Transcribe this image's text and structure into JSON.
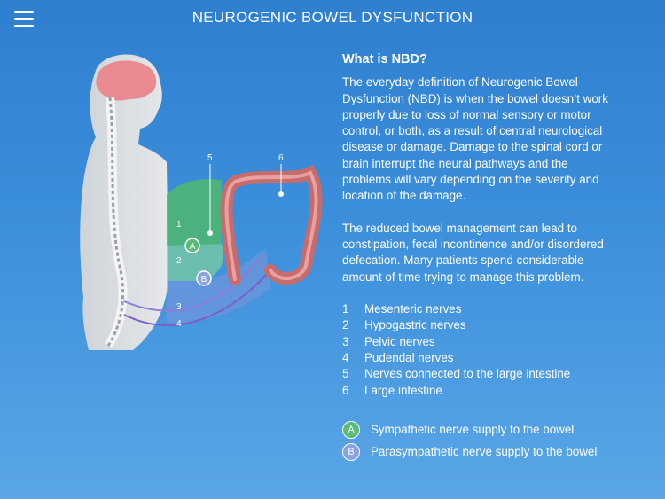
{
  "header": {
    "title": "NEUROGENIC BOWEL DYSFUNCTION",
    "menu_icon": "hamburger-icon"
  },
  "illustration": {
    "labels": [
      "1",
      "2",
      "3",
      "4",
      "5",
      "6"
    ],
    "badges": [
      "A",
      "B"
    ]
  },
  "article": {
    "heading": "What is NBD?",
    "paragraphs": [
      "The everyday definition of Neurogenic Bowel Dysfunction (NBD) is when the bowel doesn’t work properly due to loss of normal sensory or motor control, or both, as a result of central neurological disease or damage. Damage to the spinal cord or brain interrupt the neural pathways and the problems will vary depending on the severity and location of the damage.",
      "The reduced bowel management can lead to constipation, fecal incontinence and/or disordered defecation. Many patients spend considerable amount of time trying to manage this problem."
    ],
    "legend": [
      {
        "num": "1",
        "label": "Mesenteric nerves"
      },
      {
        "num": "2",
        "label": "Hypogastric nerves"
      },
      {
        "num": "3",
        "label": "Pelvic nerves"
      },
      {
        "num": "4",
        "label": "Pudendal nerves"
      },
      {
        "num": "5",
        "label": "Nerves connected to the large intestine"
      },
      {
        "num": "6",
        "label": "Large intestine"
      }
    ],
    "supply": [
      {
        "badge": "A",
        "label": "Sympathetic nerve supply to the bowel"
      },
      {
        "badge": "B",
        "label": "Parasympathetic nerve supply to the bowel"
      }
    ]
  }
}
